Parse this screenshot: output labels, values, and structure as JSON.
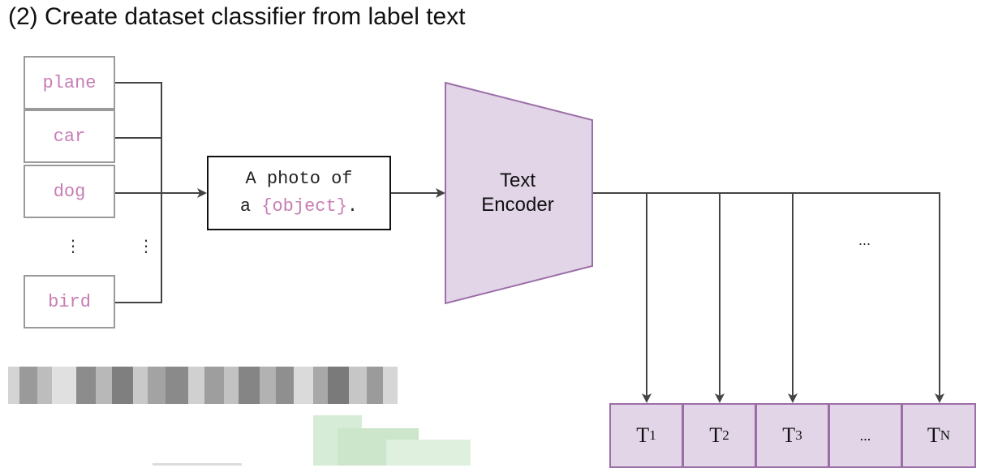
{
  "title": "(2) Create dataset classifier from label text",
  "labels": [
    "plane",
    "car",
    "dog",
    "bird"
  ],
  "vertical_ellipsis": "⋮",
  "prompt": {
    "line1": "A photo of",
    "line2_prefix": "a ",
    "line2_object": "{object}",
    "line2_suffix": "."
  },
  "encoder": {
    "line1": "Text",
    "line2": "Encoder"
  },
  "horizontal_ellipsis": "...",
  "outputs": [
    {
      "base": "T",
      "sub": "1"
    },
    {
      "base": "T",
      "sub": "2"
    },
    {
      "base": "T",
      "sub": "3"
    },
    {
      "base": "...",
      "sub": ""
    },
    {
      "base": "T",
      "sub": "N"
    }
  ],
  "colors": {
    "label_text": "#c77db4",
    "encoder_fill": "#e1d5e7",
    "encoder_stroke": "#9c6ea8",
    "line": "#444444"
  }
}
